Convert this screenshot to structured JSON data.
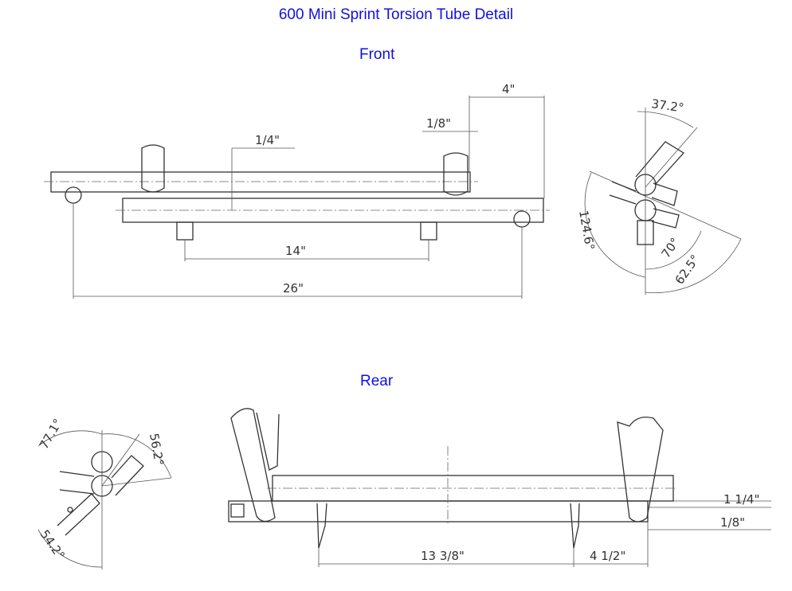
{
  "title": "600 Mini Sprint Torsion Tube Detail",
  "front": {
    "label": "Front",
    "dims": {
      "d4": "4\"",
      "d1_8": "1/8\"",
      "d1_4": "1/4\"",
      "d14": "14\"",
      "d26": "26\""
    },
    "angles": {
      "a37": "37.2°",
      "a124": "124.6°",
      "a70": "70°",
      "a62": "62.5°"
    }
  },
  "rear": {
    "label": "Rear",
    "dims": {
      "d1_1_4": "1 1/4\"",
      "d1_8": "1/8\"",
      "d13": "13 3/8\"",
      "d4_1_2": "4 1/2\""
    },
    "angles": {
      "a77": "77.1°",
      "a56": "56.2°",
      "a54": "54.2°"
    }
  }
}
